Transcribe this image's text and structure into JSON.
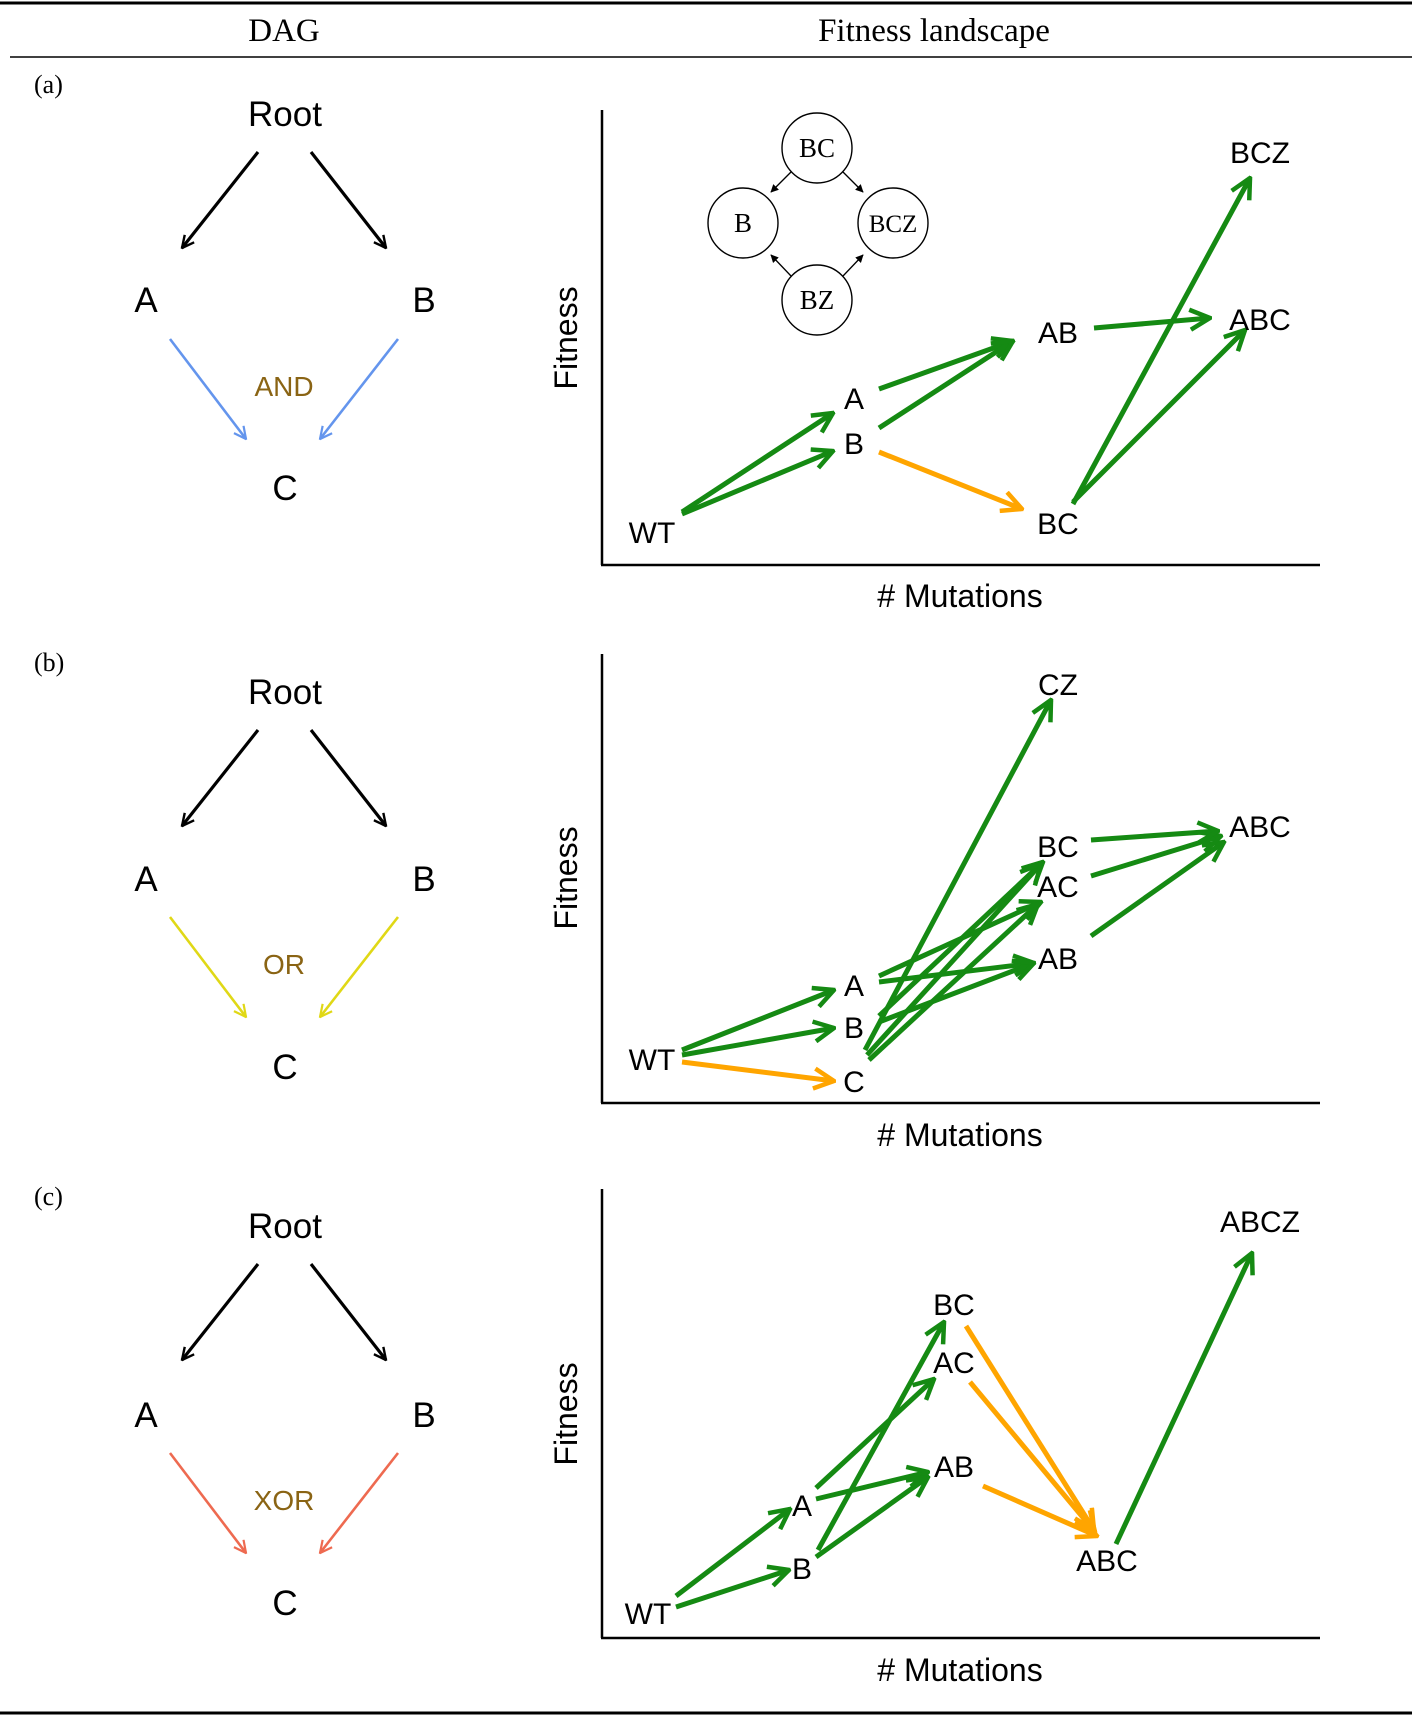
{
  "header": {
    "col1": "DAG",
    "col2": "Fitness landscape"
  },
  "colors": {
    "black": "#000000",
    "green": "#158a13",
    "orange": "#ffa500",
    "and_arrow": "#6495ed",
    "or_arrow": "#e0d816",
    "xor_arrow": "#ee6a50",
    "gate_text": "#8a6414"
  },
  "panels": [
    {
      "label": "(a)",
      "dag": {
        "root": "Root",
        "a": "A",
        "b": "B",
        "c": "C",
        "gate": "AND"
      },
      "landscape": {
        "ylabel": "Fitness",
        "xlabel": "# Mutations",
        "nodes": [
          "WT",
          "A",
          "B",
          "AB",
          "BC",
          "BCZ",
          "ABC"
        ],
        "edges": [
          [
            "WT",
            "A",
            "green"
          ],
          [
            "WT",
            "B",
            "green"
          ],
          [
            "A",
            "AB",
            "green"
          ],
          [
            "B",
            "AB",
            "green"
          ],
          [
            "B",
            "BC",
            "orange"
          ],
          [
            "AB",
            "ABC",
            "green"
          ],
          [
            "BC",
            "ABC",
            "green"
          ],
          [
            "BC",
            "BCZ",
            "green"
          ]
        ],
        "inset": {
          "nodes": [
            "BC",
            "B",
            "BCZ",
            "BZ"
          ]
        }
      }
    },
    {
      "label": "(b)",
      "dag": {
        "root": "Root",
        "a": "A",
        "b": "B",
        "c": "C",
        "gate": "OR"
      },
      "landscape": {
        "ylabel": "Fitness",
        "xlabel": "# Mutations",
        "nodes": [
          "WT",
          "A",
          "B",
          "C",
          "AB",
          "AC",
          "BC",
          "CZ",
          "ABC"
        ],
        "edges": [
          [
            "WT",
            "A",
            "green"
          ],
          [
            "WT",
            "B",
            "green"
          ],
          [
            "WT",
            "C",
            "orange"
          ],
          [
            "A",
            "AB",
            "green"
          ],
          [
            "A",
            "AC",
            "green"
          ],
          [
            "B",
            "AB",
            "green"
          ],
          [
            "B",
            "BC",
            "green"
          ],
          [
            "C",
            "AC",
            "green"
          ],
          [
            "C",
            "BC",
            "green"
          ],
          [
            "C",
            "CZ",
            "green"
          ],
          [
            "AB",
            "ABC",
            "green"
          ],
          [
            "AC",
            "ABC",
            "green"
          ],
          [
            "BC",
            "ABC",
            "green"
          ]
        ]
      }
    },
    {
      "label": "(c)",
      "dag": {
        "root": "Root",
        "a": "A",
        "b": "B",
        "c": "C",
        "gate": "XOR"
      },
      "landscape": {
        "ylabel": "Fitness",
        "xlabel": "# Mutations",
        "nodes": [
          "WT",
          "A",
          "B",
          "AB",
          "AC",
          "BC",
          "ABC",
          "ABCZ"
        ],
        "edges": [
          [
            "WT",
            "A",
            "green"
          ],
          [
            "WT",
            "B",
            "green"
          ],
          [
            "A",
            "AB",
            "green"
          ],
          [
            "A",
            "AC",
            "green"
          ],
          [
            "B",
            "AB",
            "green"
          ],
          [
            "B",
            "BC",
            "green"
          ],
          [
            "AB",
            "ABC",
            "orange"
          ],
          [
            "AC",
            "ABC",
            "orange"
          ],
          [
            "BC",
            "ABC",
            "orange"
          ],
          [
            "ABC",
            "ABCZ",
            "green"
          ]
        ]
      }
    }
  ]
}
